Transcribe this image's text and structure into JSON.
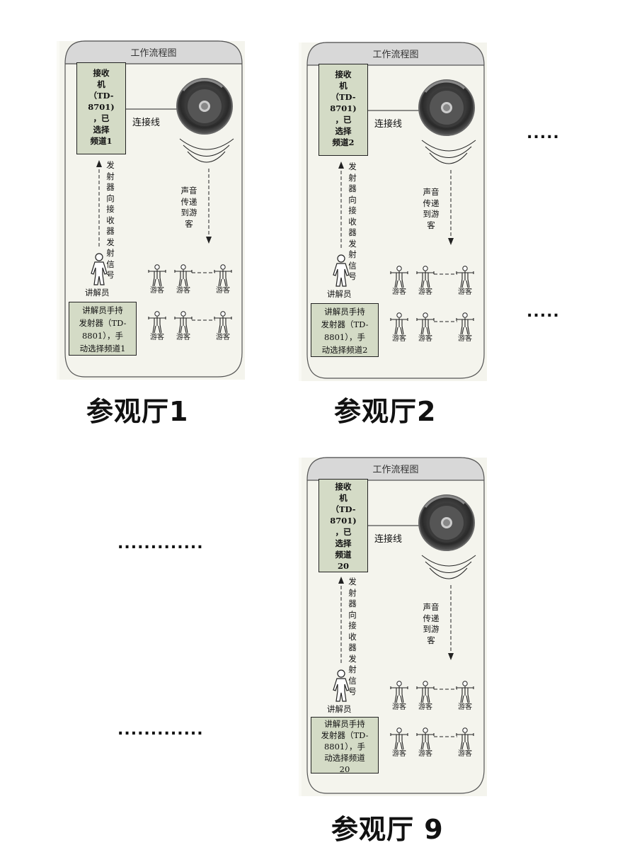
{
  "diagram": {
    "card_title": "工作流程图",
    "connection_label": "连接线",
    "signal_label": "发\n射器\n向接\n收器\n发射\n信号",
    "sound_label": "声音\n传递\n到游\n客",
    "guide_label": "讲解员",
    "visitor_label": "游客"
  },
  "halls": [
    {
      "title": "参观厅1",
      "receiver": "接收\n机\n（TD-\n8701)\n，已\n选择\n频道1",
      "transmitter": "讲解员手持\n发射器（TD-\n8801），手\n动选择频道1"
    },
    {
      "title": "参观厅2",
      "receiver": "接收\n机\n（TD-\n8701)\n，已\n选择\n频道2",
      "transmitter": "讲解员手持\n发射器（TD-\n8801），手\n动选择频道2"
    },
    {
      "title": "参观厅 9",
      "receiver": "接收\n机\n（TD-\n8701)\n，已\n选择\n频道\n20",
      "transmitter": "讲解员手持\n发射器（TD-\n8801），手\n动选择频道\n20"
    }
  ],
  "ellipsis": {
    "short": ".....",
    "long": "............."
  }
}
